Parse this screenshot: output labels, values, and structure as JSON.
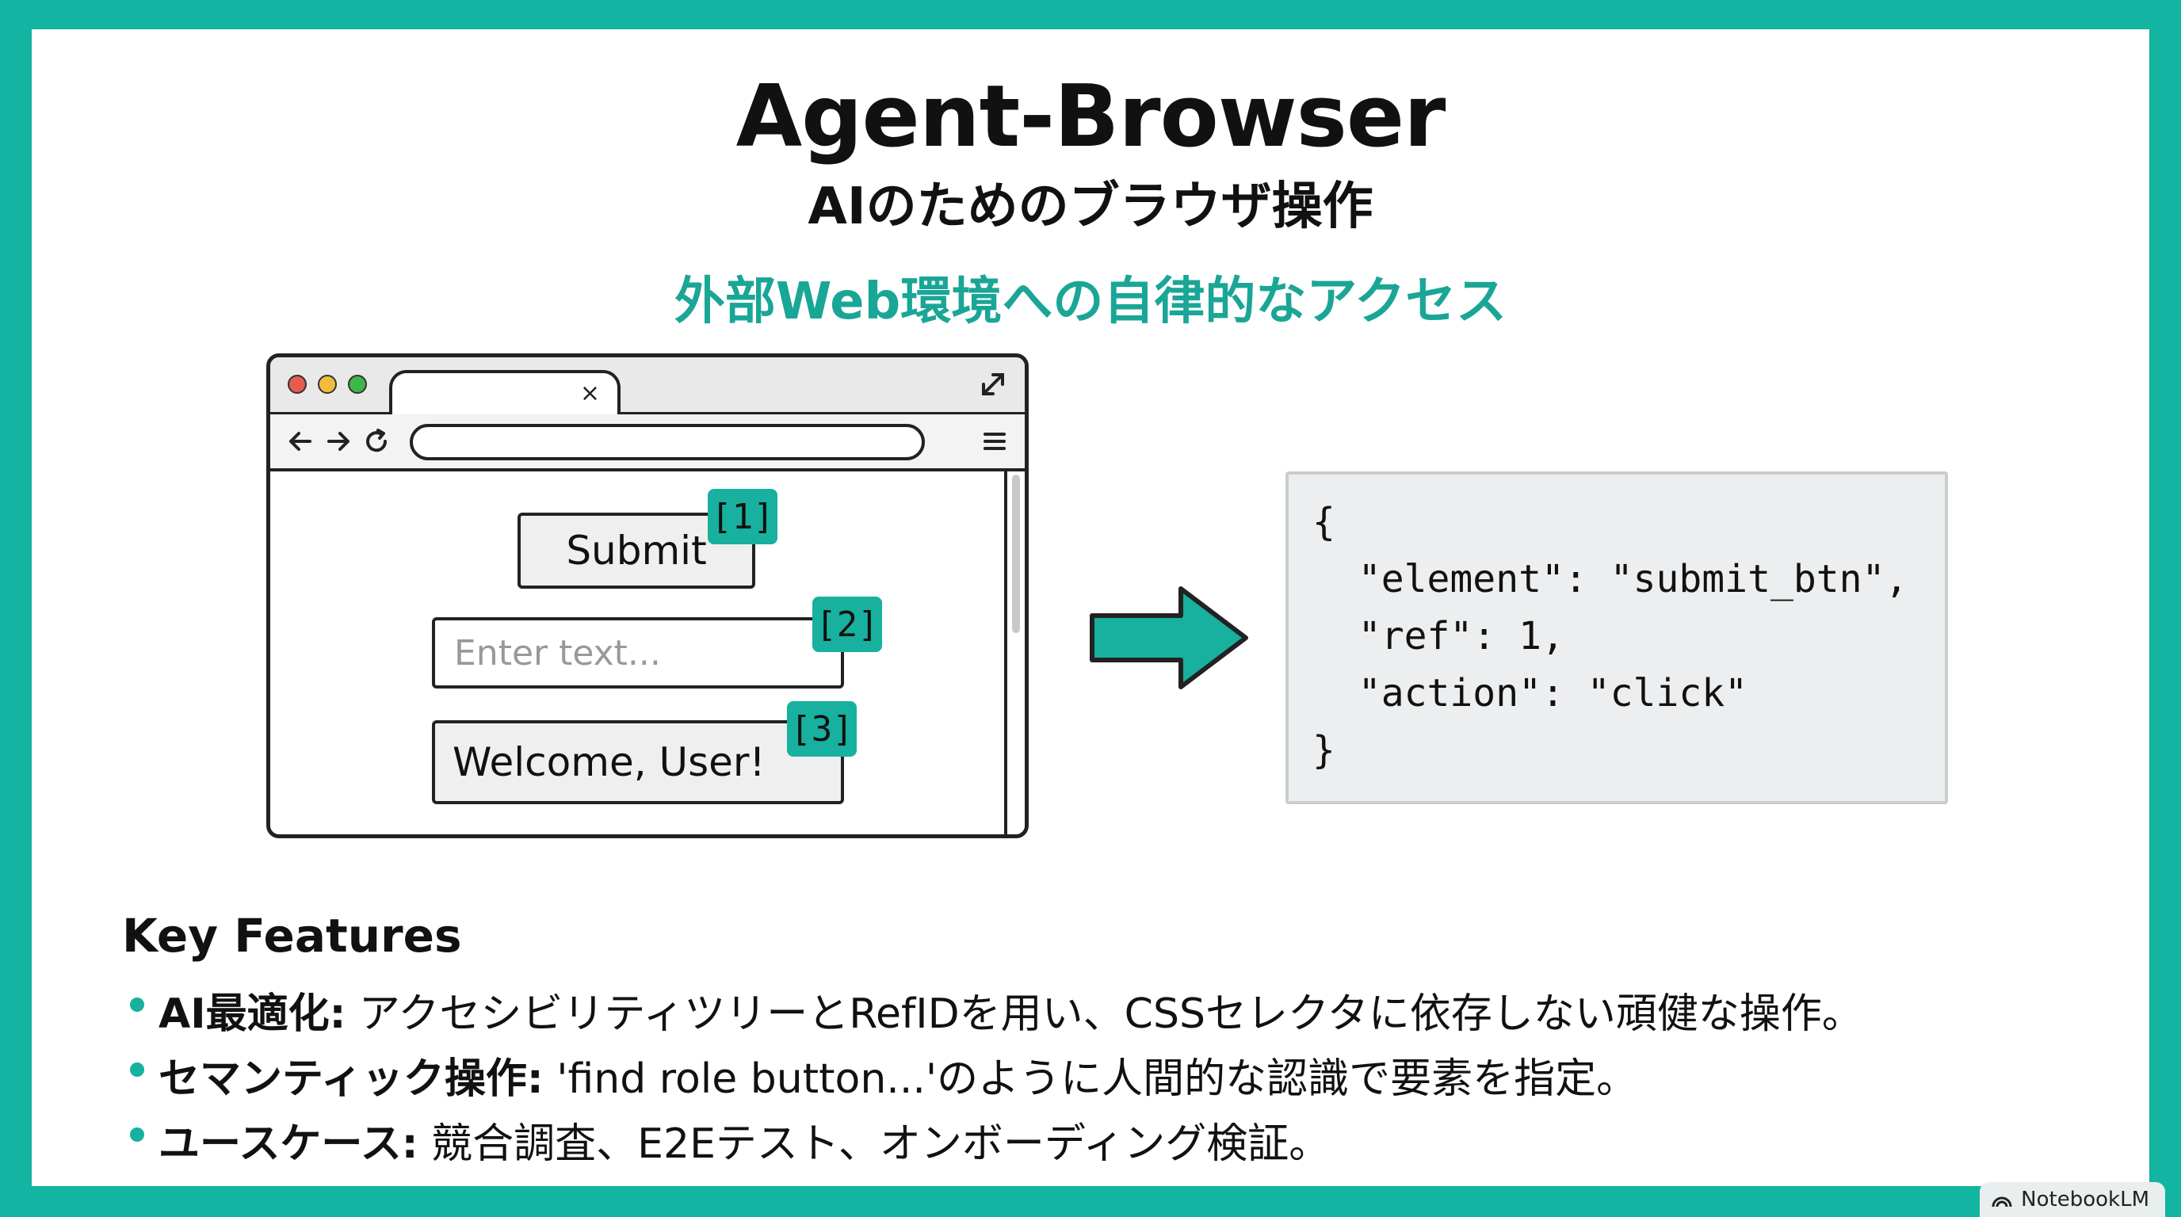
{
  "slide": {
    "title": "Agent-Browser",
    "subtitle": "AIのためのブラウザ操作",
    "tagline": "外部Web環境への自律的なアクセス"
  },
  "browser": {
    "tab_close": "×",
    "submit_label": "Submit",
    "input_placeholder": "Enter text...",
    "welcome_text": "Welcome, User!",
    "refs": [
      "[1]",
      "[2]",
      "[3]"
    ]
  },
  "json_output": {
    "lines": [
      "{",
      "  \"element\": \"submit_btn\",",
      "  \"ref\": 1,",
      "  \"action\": \"click\"",
      "}"
    ]
  },
  "features": {
    "title": "Key Features",
    "items": [
      {
        "label": "AI最適化:",
        "text": " アクセシビリティツリーとRefIDを用い、CSSセレクタに依存しない頑健な操作。"
      },
      {
        "label": "セマンティック操作:",
        "text": " 'find role button...'のように人間的な認識で要素を指定。"
      },
      {
        "label": "ユースケース:",
        "text": " 競合調査、E2Eテスト、オンボーディング検証。"
      }
    ]
  },
  "badge": {
    "label": "NotebookLM"
  },
  "colors": {
    "accent": "#18b09e",
    "frame": "#13b4a2",
    "tagline": "#1aa696"
  },
  "icons": {
    "nav_back": "arrow-left-icon",
    "nav_forward": "arrow-right-icon",
    "nav_reload": "reload-icon",
    "menu": "hamburger-menu-icon",
    "expand": "expand-icon",
    "arrow": "right-arrow-icon",
    "badge": "notebooklm-logo-icon"
  }
}
